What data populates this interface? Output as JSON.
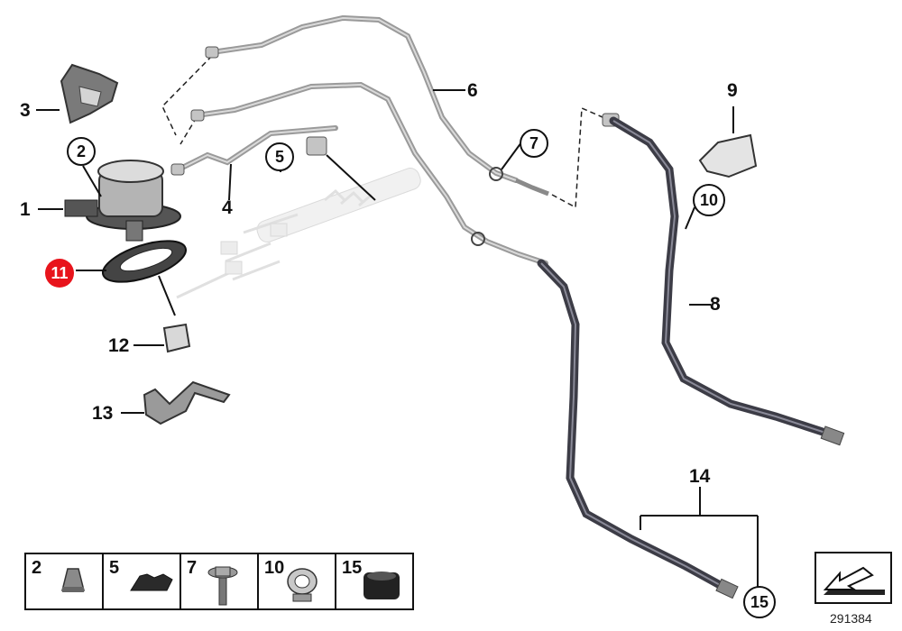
{
  "callouts": {
    "p1": "1",
    "p2": "2",
    "p3": "3",
    "p4": "4",
    "p5": "5",
    "p6": "6",
    "p7": "7",
    "p8": "8",
    "p9": "9",
    "p10": "10",
    "p11": "11",
    "p12": "12",
    "p13": "13",
    "p14": "14",
    "p15": "15"
  },
  "legend": {
    "cells": [
      {
        "num": "2",
        "icon": "nut-icon"
      },
      {
        "num": "5",
        "icon": "seal-strip-icon"
      },
      {
        "num": "7",
        "icon": "bolt-icon"
      },
      {
        "num": "10",
        "icon": "clip-nut-icon"
      },
      {
        "num": "15",
        "icon": "gasket-ring-icon"
      }
    ]
  },
  "diagram_id": "291384",
  "colors": {
    "highlight": "#e8141c",
    "line": "#111111",
    "pipe": "#9a9a9a",
    "hose": "#3c3c46"
  }
}
